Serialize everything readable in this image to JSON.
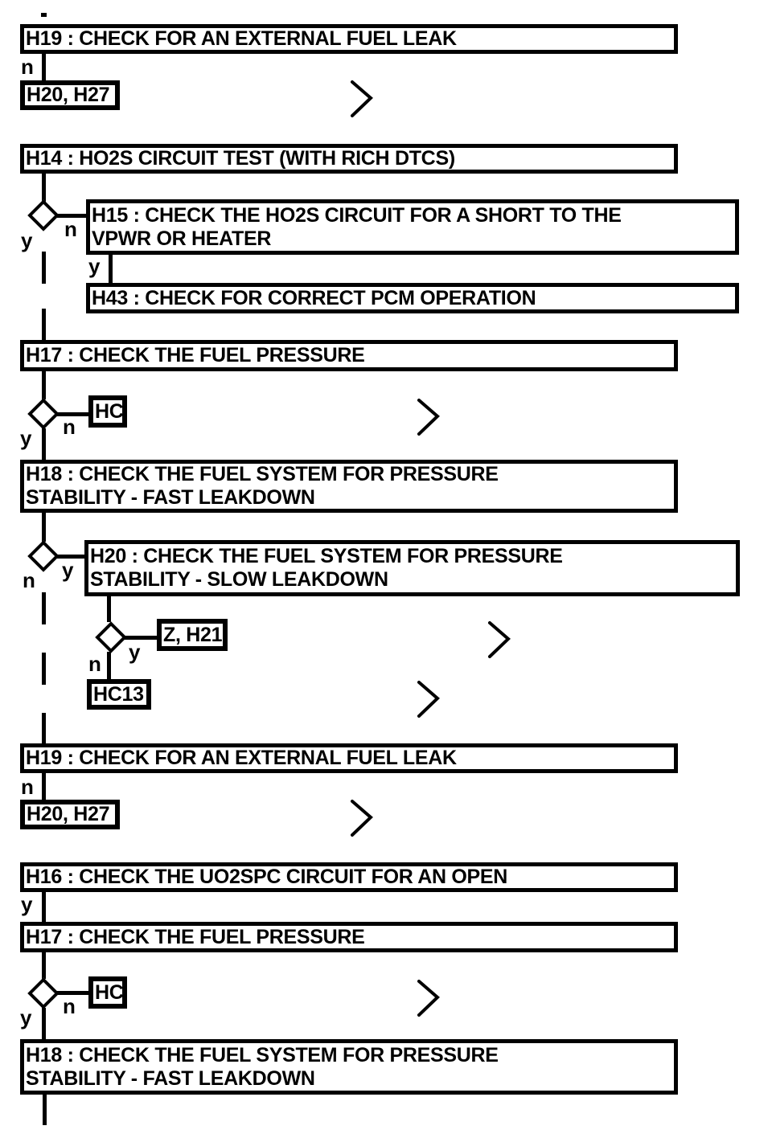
{
  "diagram": {
    "type": "diagnostic-flowchart",
    "background_color": "#ffffff",
    "ink_color": "#000000"
  },
  "boxes": {
    "h19_top": "H19 : CHECK FOR AN EXTERNAL FUEL LEAK",
    "h20_h27_top": "H20, H27",
    "h14": "H14 : HO2S CIRCUIT TEST (WITH RICH DTCS)",
    "h15_line1": "H15 : CHECK THE HO2S CIRCUIT FOR A SHORT TO THE",
    "h15_line2": "VPWR OR HEATER",
    "h43": "H43 : CHECK FOR CORRECT PCM OPERATION",
    "h17_top": "H17 : CHECK THE FUEL PRESSURE",
    "hc_top": "HC",
    "h18_top_line1": "H18 : CHECK THE FUEL SYSTEM FOR PRESSURE",
    "h18_top_line2": "STABILITY - FAST LEAKDOWN",
    "h20_line1": "H20 : CHECK THE FUEL SYSTEM FOR PRESSURE",
    "h20_line2": "STABILITY - SLOW LEAKDOWN",
    "z_h21": "Z, H21",
    "hc13": "HC13",
    "h19_bottom": "H19 : CHECK FOR AN EXTERNAL FUEL LEAK",
    "h20_h27_bottom": "H20, H27",
    "h16": "H16 : CHECK THE UO2SPC CIRCUIT FOR AN OPEN",
    "h17_bottom": "H17 : CHECK THE FUEL PRESSURE",
    "hc_bottom": "HC",
    "h18_bottom_line1": "H18 : CHECK THE FUEL SYSTEM FOR PRESSURE",
    "h18_bottom_line2": "STABILITY - FAST LEAKDOWN"
  },
  "branch_labels": {
    "yes": "y",
    "no": "n"
  }
}
